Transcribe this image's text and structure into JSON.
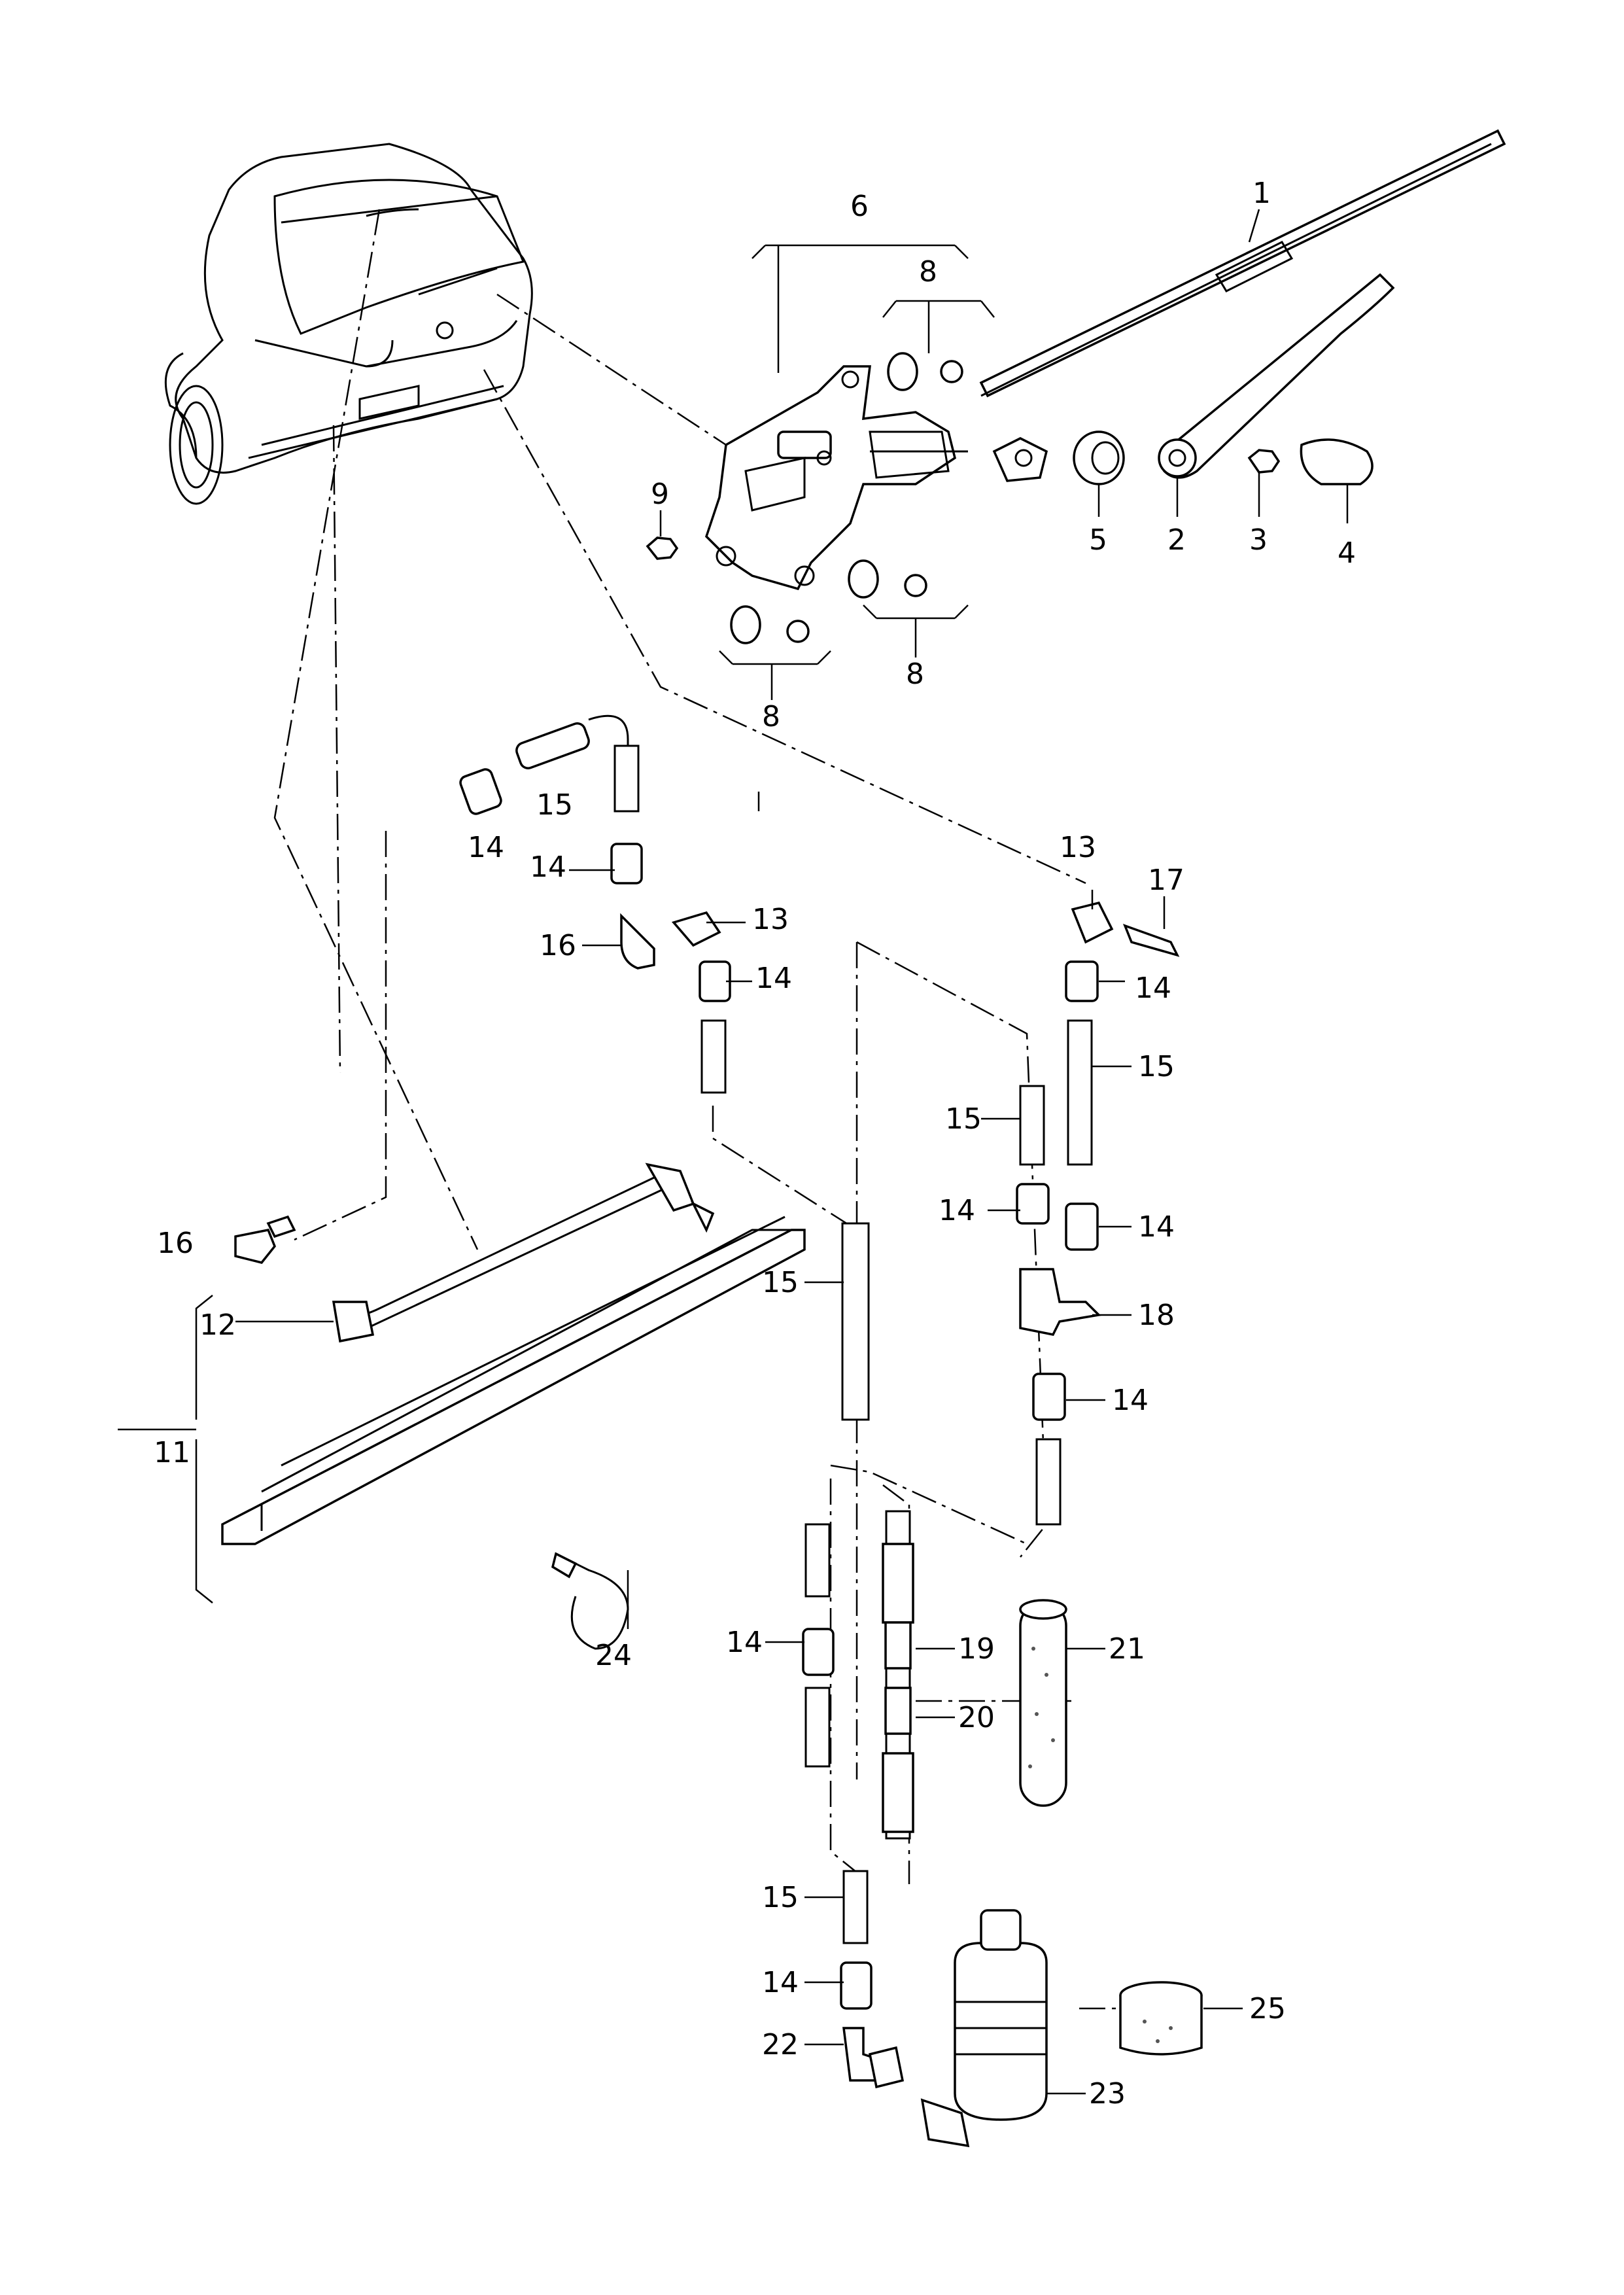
{
  "callouts": [
    {
      "id": "c1",
      "text": "1"
    },
    {
      "id": "c2",
      "text": "2"
    },
    {
      "id": "c3",
      "text": "3"
    },
    {
      "id": "c4",
      "text": "4"
    },
    {
      "id": "c5",
      "text": "5"
    },
    {
      "id": "c6",
      "text": "6"
    },
    {
      "id": "c8a",
      "text": "8"
    },
    {
      "id": "c8b",
      "text": "8"
    },
    {
      "id": "c8c",
      "text": "8"
    },
    {
      "id": "c9",
      "text": "9"
    },
    {
      "id": "c11",
      "text": "11"
    },
    {
      "id": "c12",
      "text": "12"
    },
    {
      "id": "c13a",
      "text": "13"
    },
    {
      "id": "c13b",
      "text": "13"
    },
    {
      "id": "c14a",
      "text": "14"
    },
    {
      "id": "c14b",
      "text": "14"
    },
    {
      "id": "c14c",
      "text": "14"
    },
    {
      "id": "c14d",
      "text": "14"
    },
    {
      "id": "c14e",
      "text": "14"
    },
    {
      "id": "c14f",
      "text": "14"
    },
    {
      "id": "c14g",
      "text": "14"
    },
    {
      "id": "c14h",
      "text": "14"
    },
    {
      "id": "c14i",
      "text": "14"
    },
    {
      "id": "c15a",
      "text": "15"
    },
    {
      "id": "c15b",
      "text": "15"
    },
    {
      "id": "c15c",
      "text": "15"
    },
    {
      "id": "c15d",
      "text": "15"
    },
    {
      "id": "c15e",
      "text": "15"
    },
    {
      "id": "c16a",
      "text": "16"
    },
    {
      "id": "c16b",
      "text": "16"
    },
    {
      "id": "c17",
      "text": "17"
    },
    {
      "id": "c18",
      "text": "18"
    },
    {
      "id": "c19",
      "text": "19"
    },
    {
      "id": "c20",
      "text": "20"
    },
    {
      "id": "c21",
      "text": "21"
    },
    {
      "id": "c22",
      "text": "22"
    },
    {
      "id": "c23",
      "text": "23"
    },
    {
      "id": "c24",
      "text": "24"
    },
    {
      "id": "c25",
      "text": "25"
    }
  ]
}
